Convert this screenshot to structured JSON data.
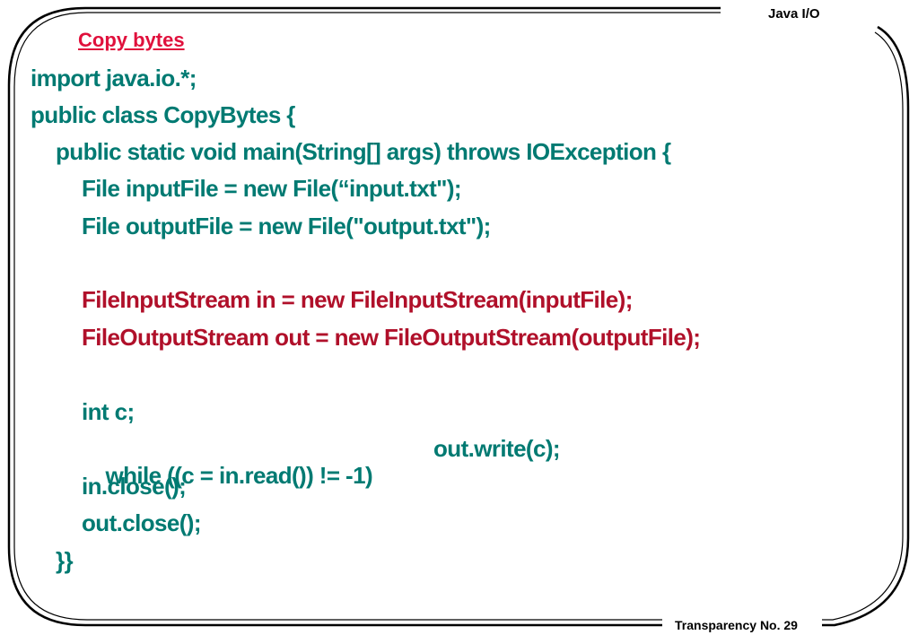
{
  "header": {
    "label": "Java I/O"
  },
  "footer": {
    "label": "Transparency No. 29"
  },
  "title": {
    "text": "Copy bytes"
  },
  "code": {
    "line1": "import java.io.*;",
    "line2": "public class CopyBytes {",
    "line3": "public static void main(String[] args) throws IOException {",
    "line4": "File inputFile = new File(“input.txt\");",
    "line5": "File outputFile = new File(\"output.txt\");",
    "line6": "FileInputStream in = new FileInputStream(inputFile);",
    "line7": "FileOutputStream out = new FileOutputStream(outputFile);",
    "line8": "int c;",
    "line9a": "while ((c = in.read()) != -1)",
    "line9b": "out.write(c);",
    "line10": "in.close();",
    "line11": "out.close();",
    "line12": "}}"
  },
  "colors": {
    "code_teal": "#007a72",
    "highlight_red": "#b0102a",
    "title_red": "#e0103c",
    "frame": "#000000"
  }
}
